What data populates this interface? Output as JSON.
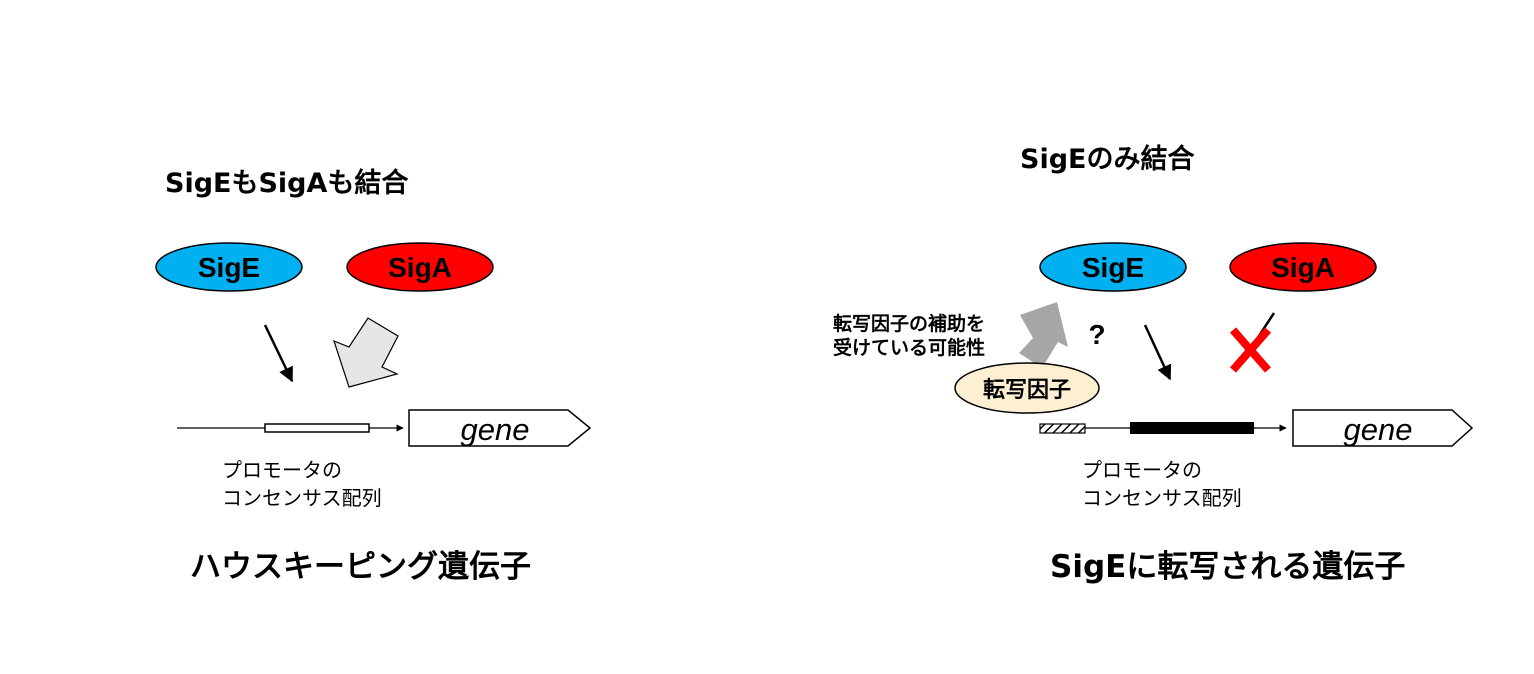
{
  "left": {
    "title": "SigEもSigAも結合",
    "sige_label": "SigE",
    "siga_label": "SigA",
    "gene_label": "gene",
    "promoter_line1": "プロモータの",
    "promoter_line2": "コンセンサス配列",
    "caption": "ハウスキーピング遺伝子"
  },
  "right": {
    "title": "SigEのみ結合",
    "sige_label": "SigE",
    "siga_label": "SigA",
    "tf_note_line1": "転写因子の補助を",
    "tf_note_line2": "受けている可能性",
    "question_mark": "?",
    "tf_label": "転写因子",
    "gene_label": "gene",
    "promoter_line1": "プロモータの",
    "promoter_line2": "コンセンサス配列",
    "caption": "SigEに転写される遺伝子"
  },
  "colors": {
    "sige": "#00b0f0",
    "siga": "#ff0000",
    "tf": "#fdf0d2",
    "block_arrow_left": "#e6e6e6",
    "block_arrow_right": "#a6a6a6",
    "cross": "#ff0000"
  }
}
